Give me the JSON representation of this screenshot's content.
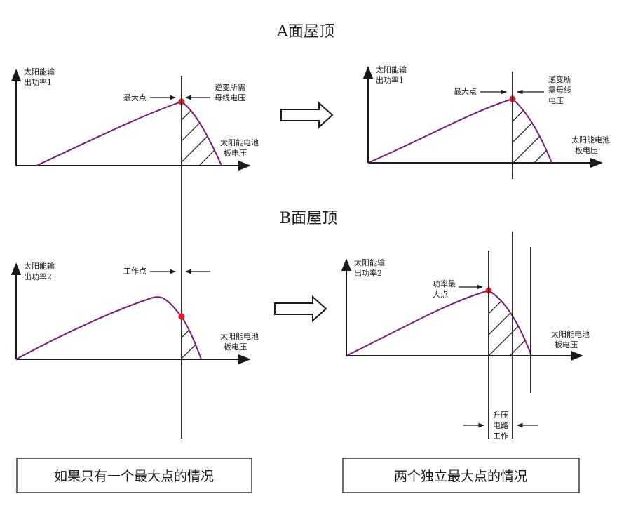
{
  "headers": {
    "roof_a": "A面屋顶",
    "roof_b": "B面屋顶"
  },
  "labels": {
    "y_axis_1": [
      "太阳能输",
      "出功率1"
    ],
    "y_axis_2": [
      "太阳能输",
      "出功率2"
    ],
    "x_axis": [
      "太阳能电池",
      "板电压"
    ],
    "max_point": "最大点",
    "inverter_voltage_1": [
      "逆变所需",
      "母线电压"
    ],
    "inverter_voltage_2": [
      "逆变所",
      "需母线",
      "电压"
    ],
    "working_point": "工作点",
    "power_max_point": [
      "功率最",
      "大点"
    ],
    "boost_circuit": [
      "升压",
      "电路",
      "工作"
    ]
  },
  "captions": {
    "left": "如果只有一个最大点的情况",
    "right": "两个独立最大点的情况"
  },
  "colors": {
    "curve": "#7a1a78",
    "max_dot": "#e8141f",
    "line": "#1a1a1a"
  }
}
